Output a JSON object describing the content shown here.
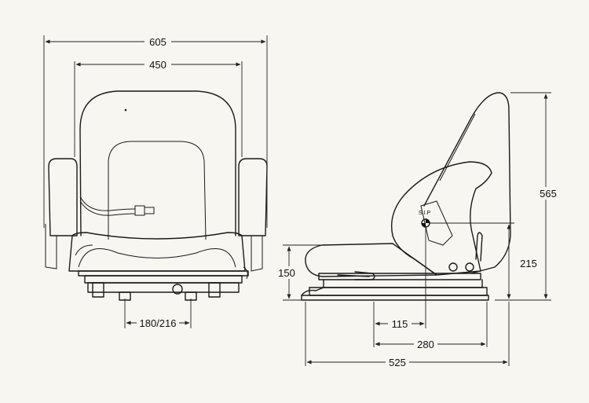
{
  "front_view": {
    "dimensions": {
      "overall_width": "605",
      "backrest_width": "450",
      "rail_spacing": "180/216"
    }
  },
  "side_view": {
    "dimensions": {
      "overall_height": "565",
      "sip_height": "215",
      "seat_height": "150",
      "sip_offset": "115",
      "slide_travel": "280",
      "overall_depth": "525"
    },
    "sip_label": "S.I.P"
  }
}
